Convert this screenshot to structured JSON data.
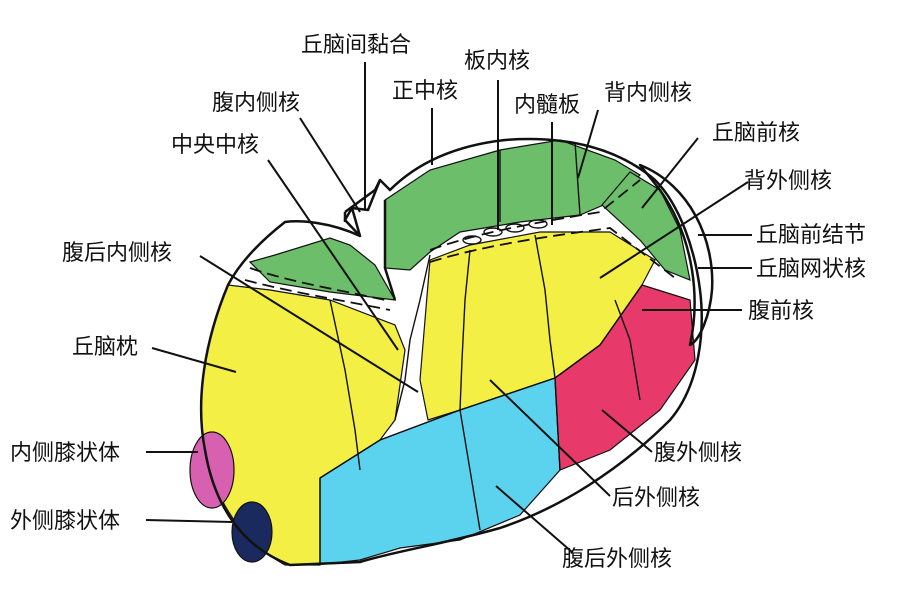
{
  "labels": {
    "interthalamic_adhesion": "丘脑间黏合",
    "intralaminar_nuclei": "板内核",
    "ventromedial": "腹内侧核",
    "median_nucleus": "正中核",
    "internal_medullary_lamina": "内髓板",
    "mediodorsal": "背内侧核",
    "centromedian": "中央中核",
    "anterior_nucleus": "丘脑前核",
    "lateral_dorsal": "背外侧核",
    "ventral_posteromedial": "腹后内侧核",
    "anterior_tubercle": "丘脑前结节",
    "reticular_nucleus": "丘脑网状核",
    "ventral_anterior": "腹前核",
    "pulvinar": "丘脑枕",
    "ventral_lateral": "腹外侧核",
    "medial_geniculate": "内侧膝状体",
    "lateral_posterior": "后外侧核",
    "lateral_geniculate": "外侧膝状体",
    "ventral_posterolateral": "腹后外侧核"
  },
  "colors": {
    "yellow": "#f4ef45",
    "green": "#6cbe6a",
    "cyan": "#5cd3ee",
    "red": "#e83a6a",
    "pink": "#d860b0",
    "navy": "#1a2a5e"
  }
}
